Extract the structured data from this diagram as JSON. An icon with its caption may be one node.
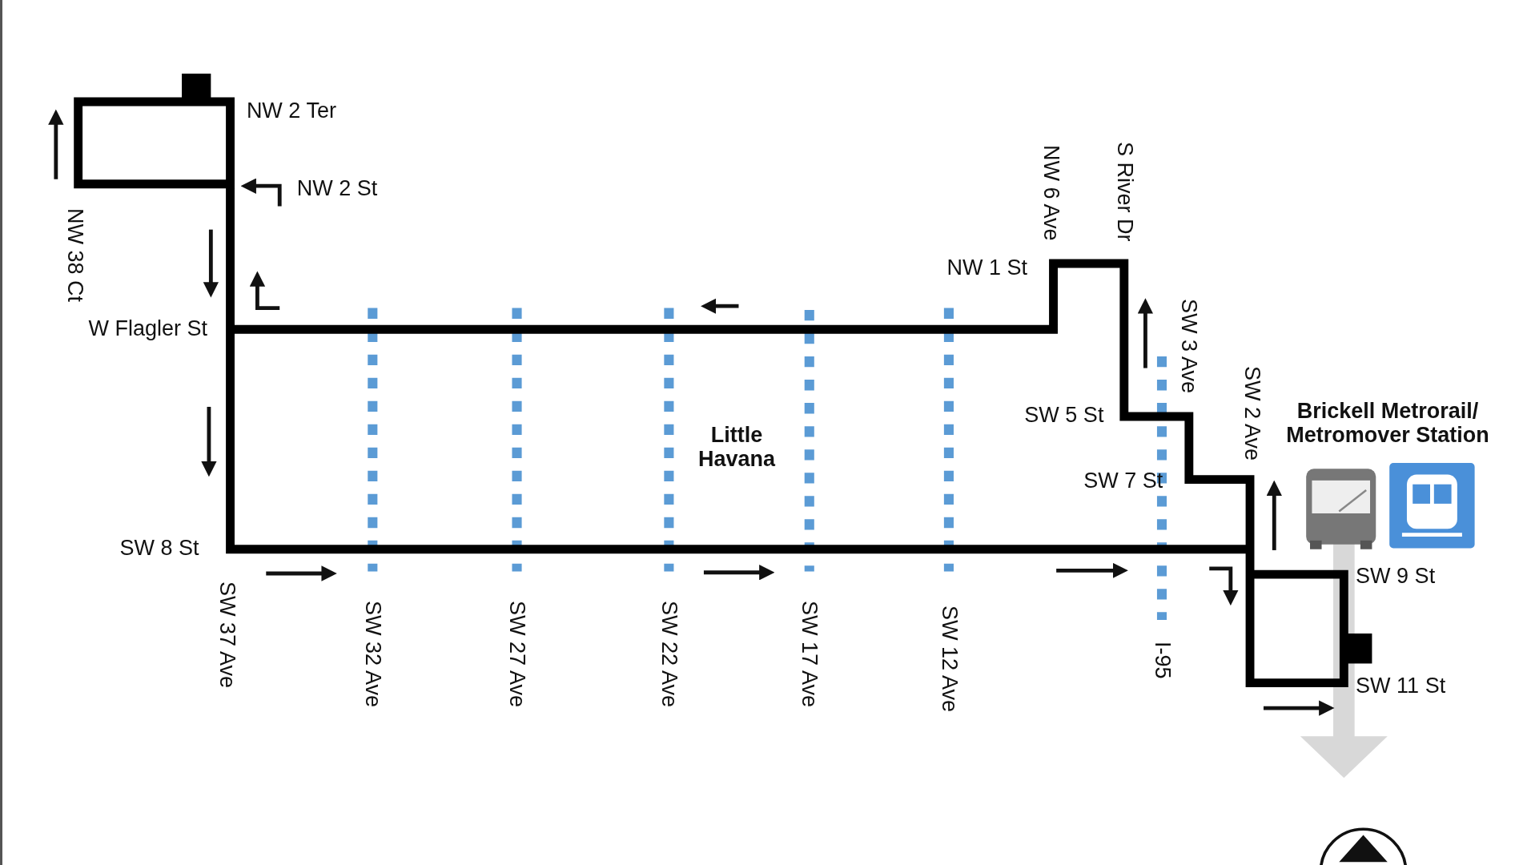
{
  "diagram": {
    "labels": [
      "NW 2 Ter",
      "NW 2 St",
      "NW 38 Ct",
      "NW 6 Ave",
      "S River Dr",
      "NW 1 St",
      "W Flagler St",
      "SW 3 Ave",
      "Brickell Metrorail/ Metromover Station",
      "SW 5 St",
      "Little Havana",
      "SW 2 Ave",
      "SW 7 St",
      "SW 8 St",
      "SW 9 St",
      "SW 37 Ave",
      "SW 32 Ave",
      "SW 27 Ave",
      "SW 22 Ave",
      "SW 17 Ave",
      "SW 12 Ave",
      "I-95",
      "SW 11 St"
    ]
  }
}
